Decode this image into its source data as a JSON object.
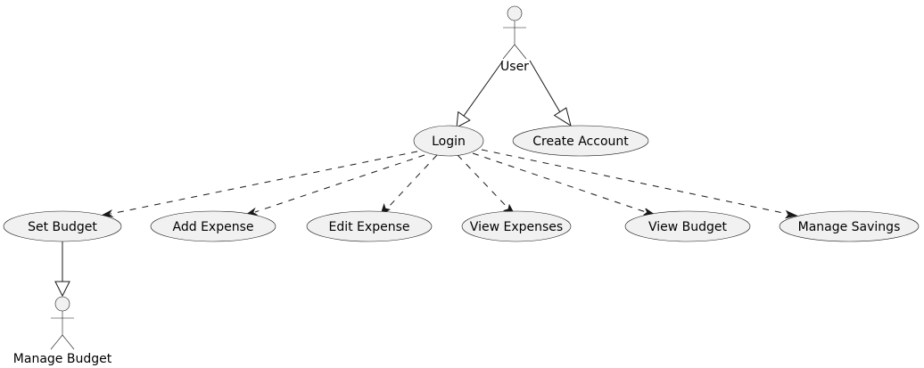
{
  "colors": {
    "node_fill": "#F1F1F1",
    "stroke": "#181818",
    "background": "#FFFFFF"
  },
  "actors": {
    "user": {
      "label": "User",
      "icon": "actor-stick-figure-icon"
    },
    "manage_budget": {
      "label": "Manage Budget",
      "icon": "actor-stick-figure-icon"
    }
  },
  "use_cases": {
    "login": "Login",
    "create_account": "Create Account",
    "set_budget": "Set Budget",
    "add_expense": "Add Expense",
    "edit_expense": "Edit Expense",
    "view_expenses": "View Expenses",
    "view_budget": "View Budget",
    "manage_savings": "Manage Savings"
  },
  "relations": [
    {
      "from": "User",
      "to": "Login",
      "style": "generalization"
    },
    {
      "from": "User",
      "to": "Create Account",
      "style": "generalization"
    },
    {
      "from": "Login",
      "to": "Set Budget",
      "style": "dependency"
    },
    {
      "from": "Login",
      "to": "Add Expense",
      "style": "dependency"
    },
    {
      "from": "Login",
      "to": "Edit Expense",
      "style": "dependency"
    },
    {
      "from": "Login",
      "to": "View Expenses",
      "style": "dependency"
    },
    {
      "from": "Login",
      "to": "View Budget",
      "style": "dependency"
    },
    {
      "from": "Login",
      "to": "Manage Savings",
      "style": "dependency"
    },
    {
      "from": "Set Budget",
      "to": "Manage Budget",
      "style": "generalization"
    }
  ]
}
